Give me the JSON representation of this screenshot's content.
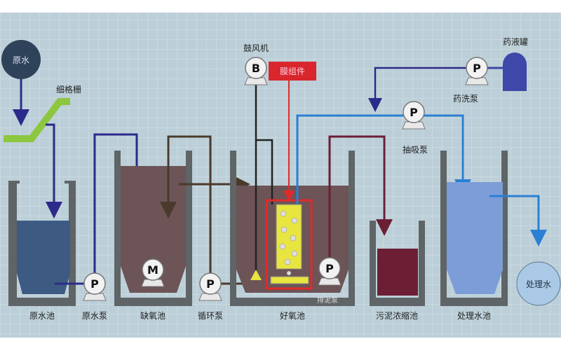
{
  "labels": {
    "raw_water": "原水",
    "screen": "细格栅",
    "blower": "鼓风机",
    "membrane_module": "膜组件",
    "chemical_tank": "药液罐",
    "chem_wash_pump": "药洗泵",
    "suction_pump": "抽吸泵",
    "raw_water_tank": "原水池",
    "raw_water_pump": "原水泵",
    "anoxic_tank": "缺氧池",
    "circulation_pump": "循环泵",
    "aerobic_tank": "好氧池",
    "sludge_pump": "排泥泵",
    "sludge_thickener": "污泥浓缩池",
    "treated_tank": "处理水池",
    "treated_water": "处理水"
  },
  "symbols": {
    "pump": "P",
    "blower": "B",
    "mixer": "M"
  },
  "colors": {
    "background": "#bccfd8",
    "tank_wall": "#5f6466",
    "raw_water": "#2e4259",
    "raw_tank_water": "#3d5b82",
    "mixed_liquor": "#6c5457",
    "sludge": "#6b1e34",
    "treated": "#7c9dd8",
    "treated_out": "#a9c9e6",
    "screen": "#8dc63f",
    "membrane": "#e8e440",
    "membrane_frame": "#e02a2a",
    "permeate_pipe": "#2a7fd4",
    "feed_pipe": "#2c2a8a",
    "chemical": "#3d48a8"
  }
}
